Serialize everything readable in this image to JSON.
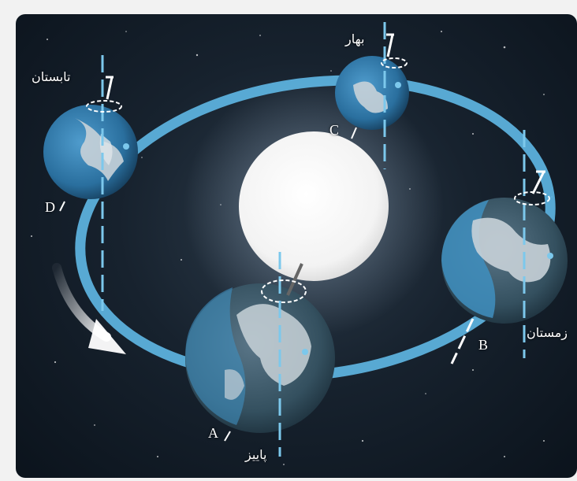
{
  "seasons": {
    "spring": "بهار",
    "summer": "تابستان",
    "autumn": "پاییز",
    "winter": "زمستان"
  },
  "points": {
    "a": "A",
    "b": "B",
    "c": "C",
    "d": "D"
  },
  "colors": {
    "orbit": "#5fb8e6",
    "axis": "#7cc8ec",
    "sun": "#f4f4f4",
    "ocean": "#2a6f9e",
    "land": "#c8d2d8",
    "background": "#131d28"
  }
}
